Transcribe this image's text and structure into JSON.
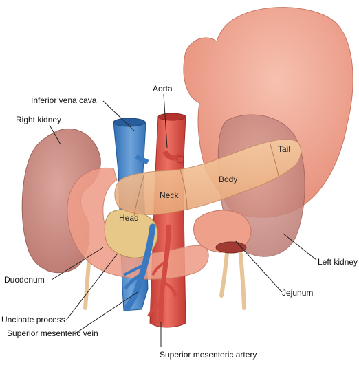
{
  "labels": {
    "inferior_vena_cava": "Inferior vena cava",
    "aorta": "Aorta",
    "right_kidney": "Right kidney",
    "tail": "Tail",
    "body": "Body",
    "neck": "Neck",
    "head": "Head",
    "left_kidney": "Left kidney",
    "duodenum": "Duodenum",
    "jejunum": "Jejunum",
    "uncinate_process": "Uncinate process",
    "superior_mesenteric_vein": "Superior mesenteric vein",
    "superior_mesenteric_artery": "Superior mesenteric artery"
  },
  "colors": {
    "stomach": "#f0a28d",
    "kidney": "#c98b84",
    "pancreas": "#f1bb8f",
    "uncinate": "#e6c889",
    "vein": "#4a86c5",
    "artery": "#d9534a",
    "duodenum": "#ee9c87",
    "ureter": "#efd2a8"
  }
}
